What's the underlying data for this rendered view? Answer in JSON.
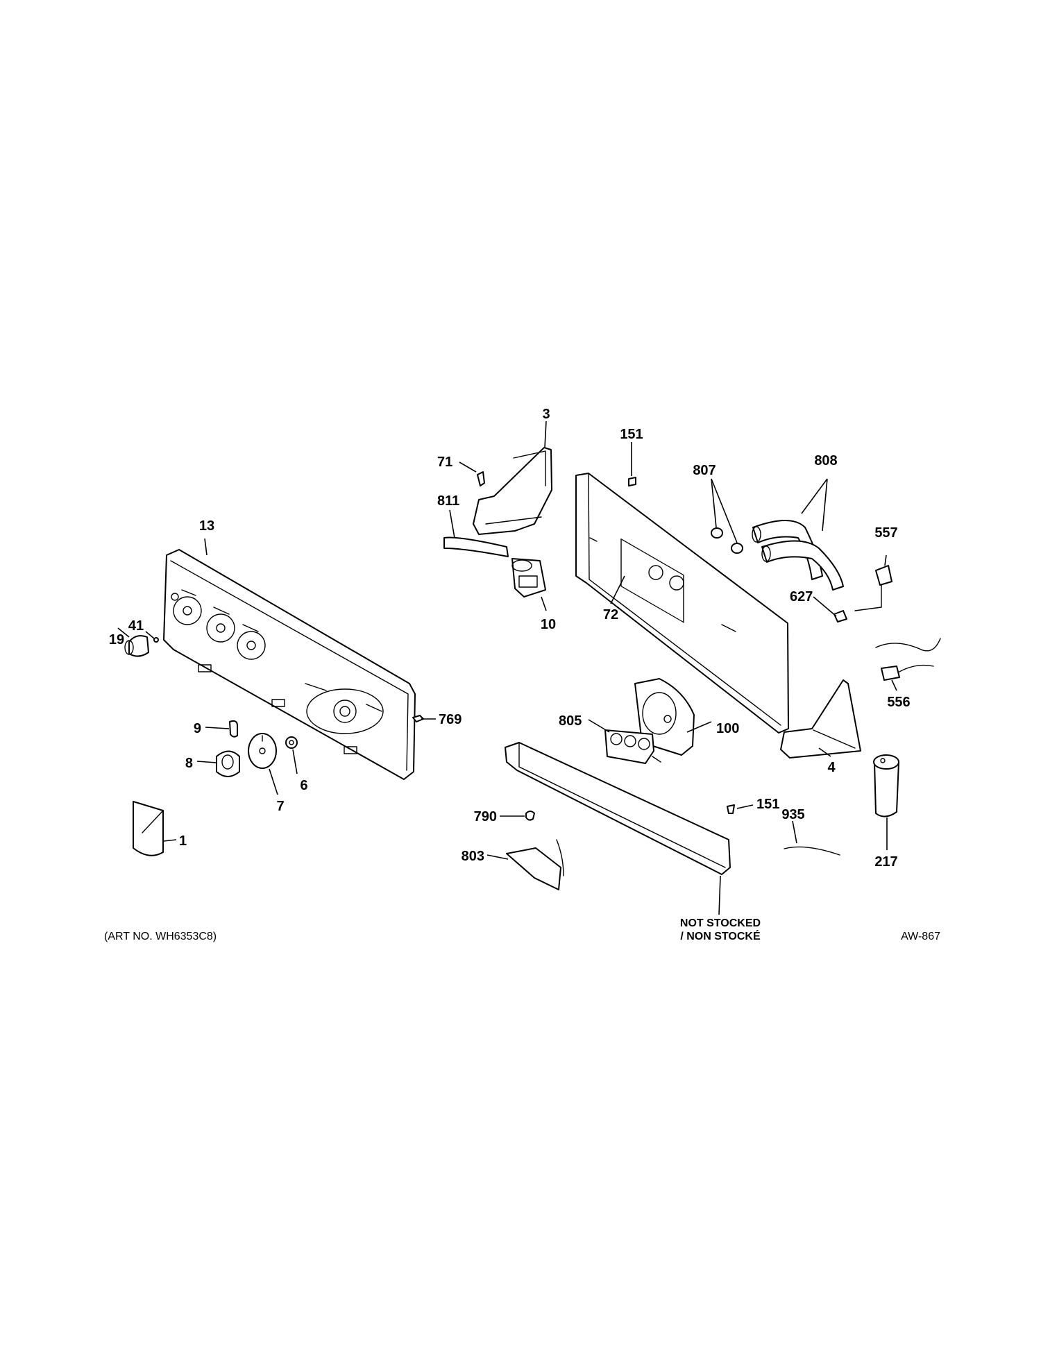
{
  "labels": {
    "p1": "1",
    "p3": "3",
    "p4": "4",
    "p6": "6",
    "p7": "7",
    "p8": "8",
    "p9": "9",
    "p10": "10",
    "p13": "13",
    "p19": "19",
    "p41": "41",
    "p71": "71",
    "p72": "72",
    "p100": "100",
    "p151a": "151",
    "p151b": "151",
    "p217": "217",
    "p556": "556",
    "p557": "557",
    "p627": "627",
    "p769": "769",
    "p790": "790",
    "p803": "803",
    "p805": "805",
    "p807": "807",
    "p808": "808",
    "p811": "811",
    "p935": "935"
  },
  "notes": {
    "not_stocked_line1": "NOT STOCKED",
    "not_stocked_line2": "/ NON STOCKÉ",
    "art_no": "(ART NO. WH6353C8)",
    "aw": "AW-867"
  }
}
